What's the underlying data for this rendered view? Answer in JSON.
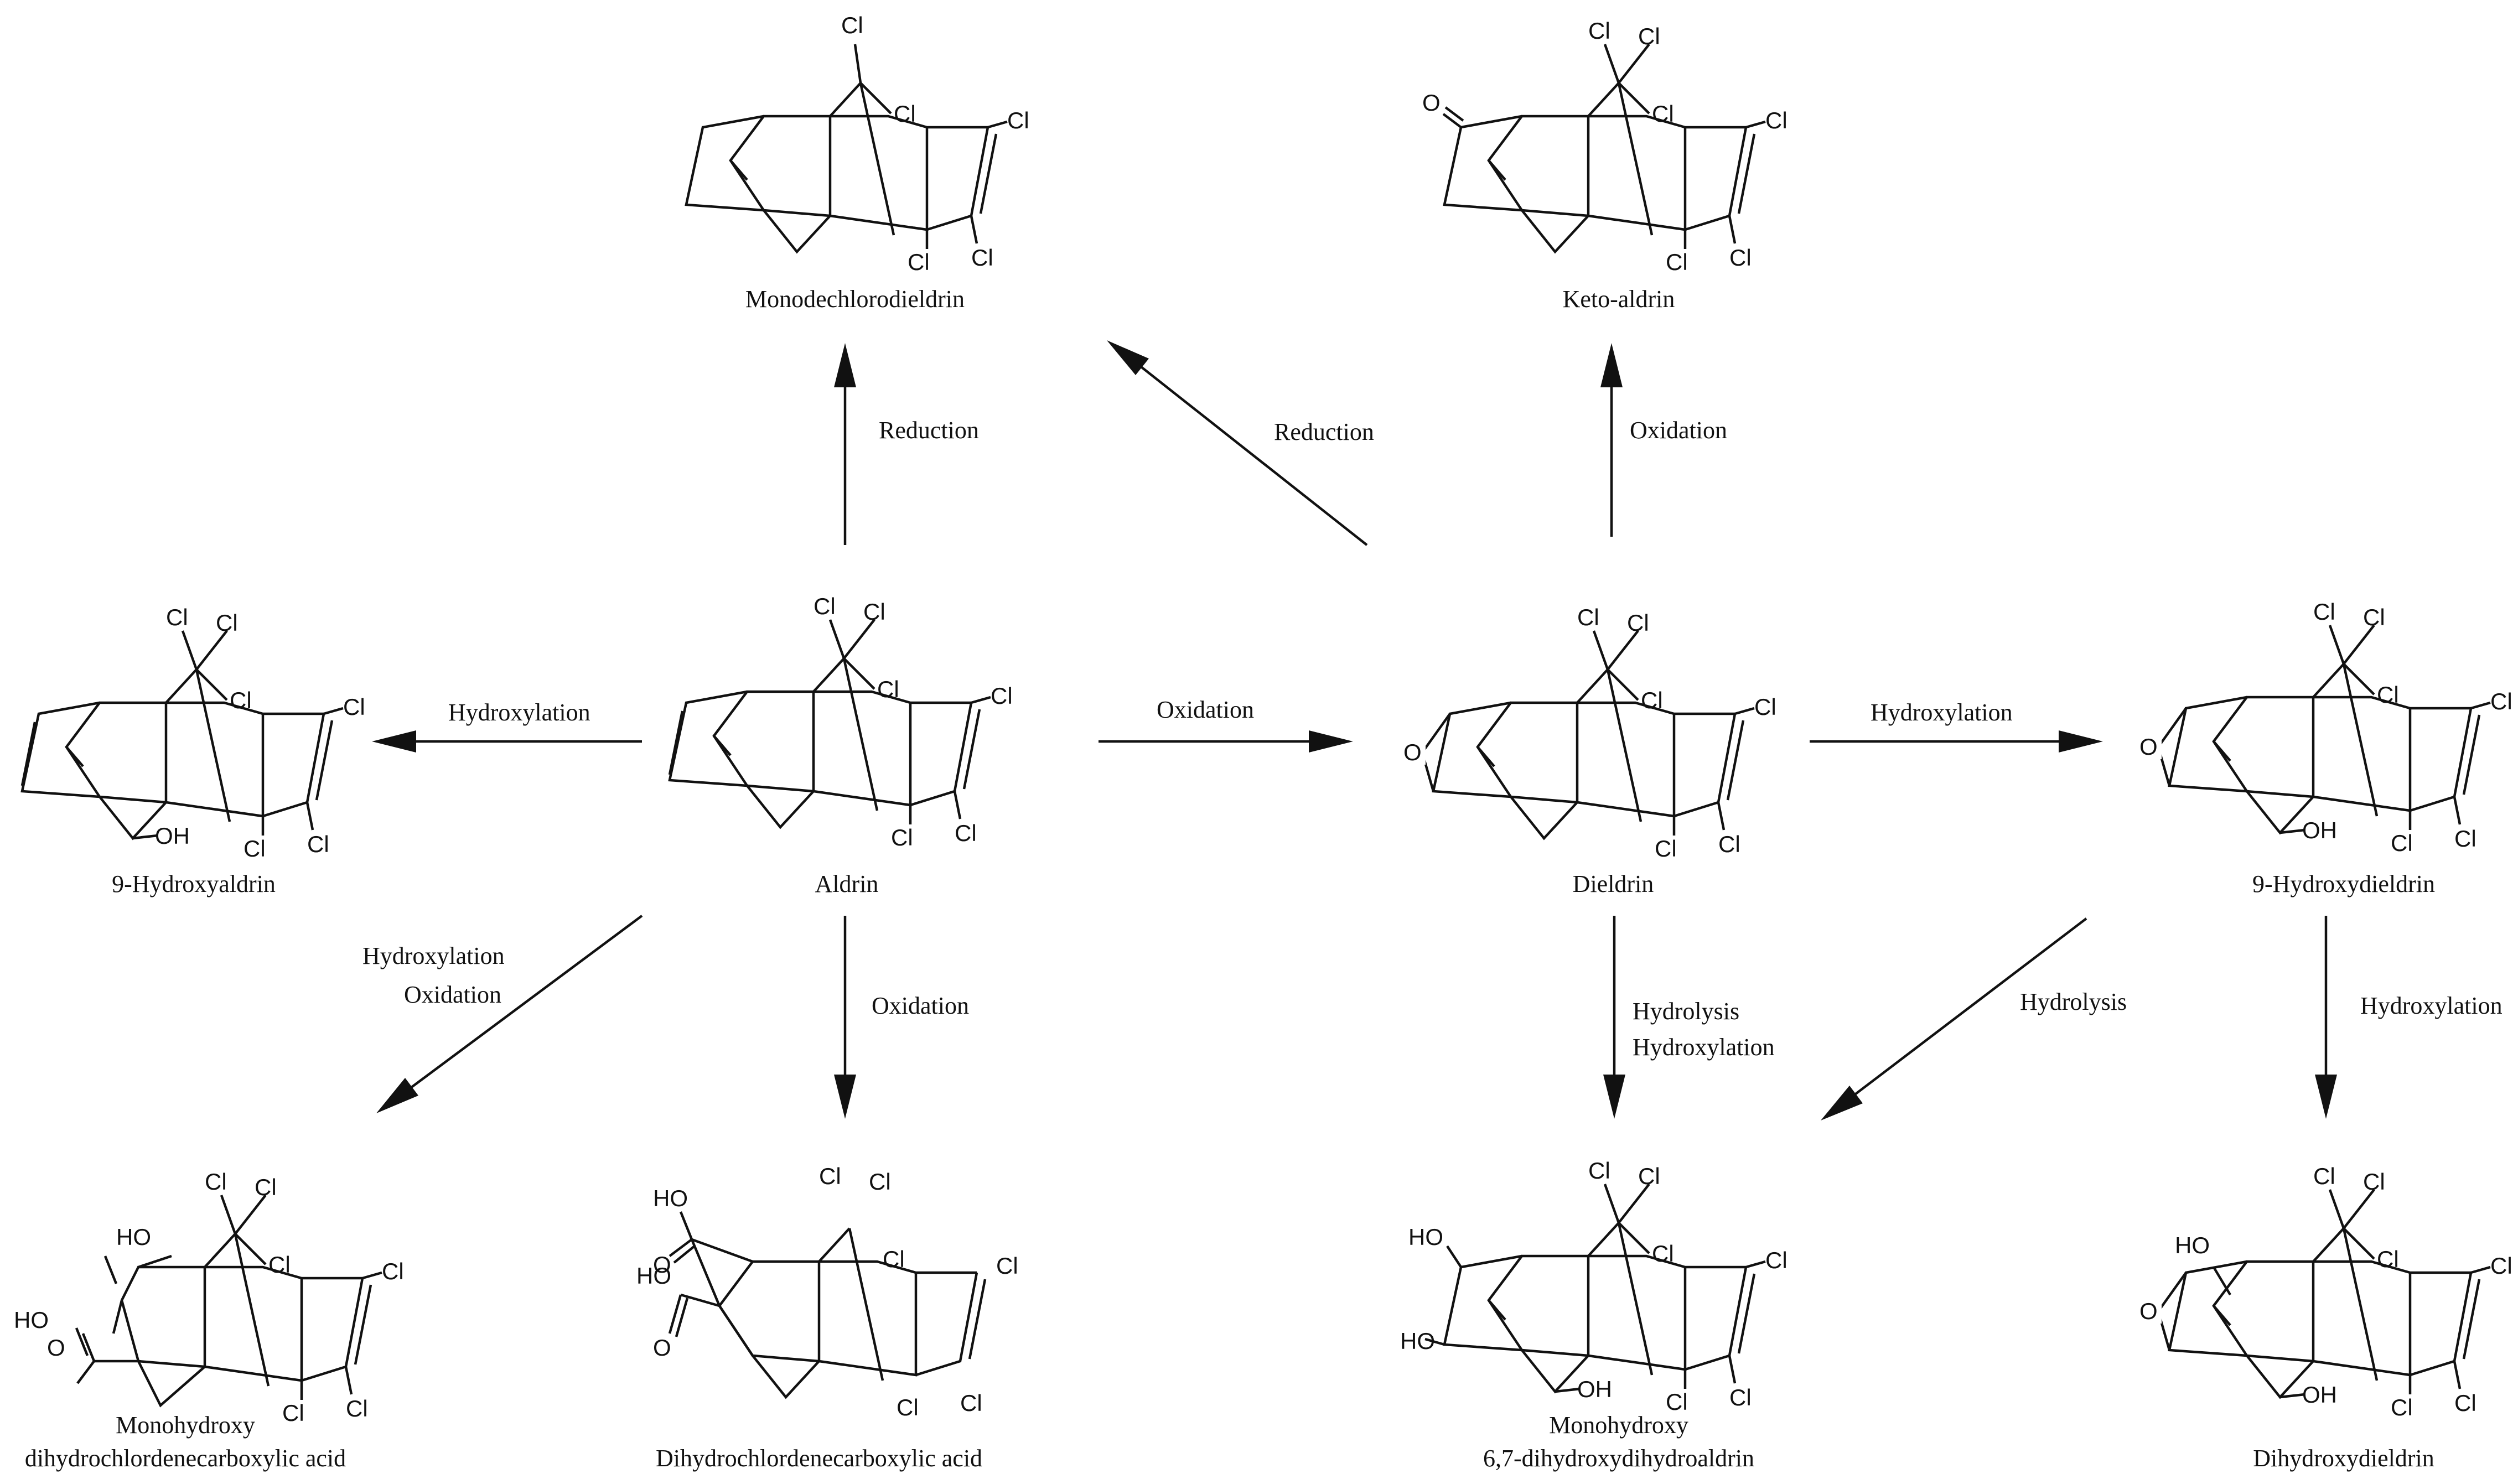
{
  "compounds": {
    "aldrin": {
      "name": "Aldrin"
    },
    "monodechlorodieldrin": {
      "name": "Monodechlorodieldrin"
    },
    "keto_aldrin": {
      "name": "Keto-aldrin"
    },
    "hydroxyaldrin": {
      "name": "9-Hydroxyaldrin"
    },
    "dieldrin": {
      "name": "Dieldrin"
    },
    "hydroxydieldrin": {
      "name": "9-Hydroxydieldrin"
    },
    "monohydroxy_acid": {
      "name_line1": "Monohydroxy",
      "name_line2": "dihydrochlordenecarboxylic acid"
    },
    "dihydro_acid": {
      "name": "Dihydrochlordenecarboxylic acid"
    },
    "monohydroxy_dihydroaldrin": {
      "name_line1": "Monohydroxy",
      "name_line2": "6,7-dihydroxydihydroaldrin"
    },
    "dihydroxydieldrin": {
      "name": "Dihydroxydieldrin"
    }
  },
  "atoms": {
    "cl": "Cl",
    "oh": "OH",
    "ho": "HO",
    "o": "O"
  },
  "steps": {
    "aldrin_to_monodechloro": "Reduction",
    "dieldrin_to_monodechloro": "Reduction",
    "dieldrin_to_keto": "Oxidation",
    "aldrin_to_hydroxyaldrin": "Hydroxylation",
    "aldrin_to_dieldrin": "Oxidation",
    "dieldrin_to_hydroxydieldrin": "Hydroxylation",
    "aldrin_to_monohydroxy_acid_1": "Hydroxylation",
    "aldrin_to_monohydroxy_acid_2": "Oxidation",
    "aldrin_to_dihydro_acid": "Oxidation",
    "dieldrin_to_dihydroaldrin_1": "Hydrolysis",
    "dieldrin_to_dihydroaldrin_2": "Hydroxylation",
    "hydroxydieldrin_to_dihydroaldrin": "Hydrolysis",
    "hydroxydieldrin_to_dihydroxydieldrin": "Hydroxylation"
  }
}
